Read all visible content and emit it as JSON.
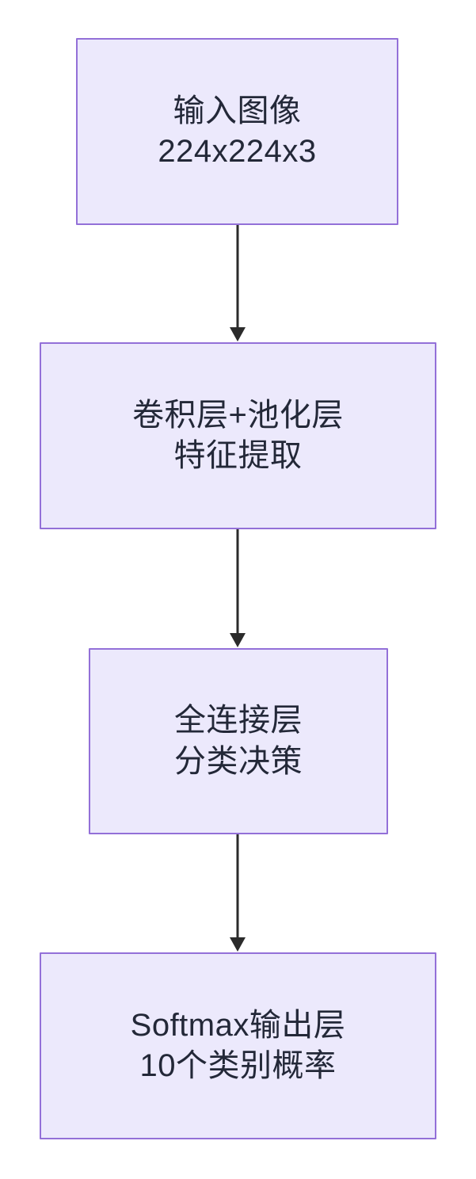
{
  "diagram": {
    "type": "flowchart",
    "orientation": "top-to-bottom",
    "background_color": "#ffffff",
    "node_fill_color": "#ece9fc",
    "node_border_color": "#9370d8",
    "text_color": "#232838",
    "edge_color": "#2b2b2b",
    "nodes": [
      {
        "id": "input",
        "line1": "输入图像",
        "line2": "224x224x3"
      },
      {
        "id": "conv_pool",
        "line1": "卷积层+池化层",
        "line2": "特征提取"
      },
      {
        "id": "fc",
        "line1": "全连接层",
        "line2": "分类决策"
      },
      {
        "id": "softmax",
        "line1": "Softmax输出层",
        "line2": "10个类别概率"
      }
    ],
    "edges": [
      {
        "id": "edge1",
        "from": "input",
        "to": "conv_pool",
        "label": ""
      },
      {
        "id": "edge2",
        "from": "conv_pool",
        "to": "fc",
        "label": ""
      },
      {
        "id": "edge3",
        "from": "fc",
        "to": "softmax",
        "label": ""
      }
    ]
  }
}
